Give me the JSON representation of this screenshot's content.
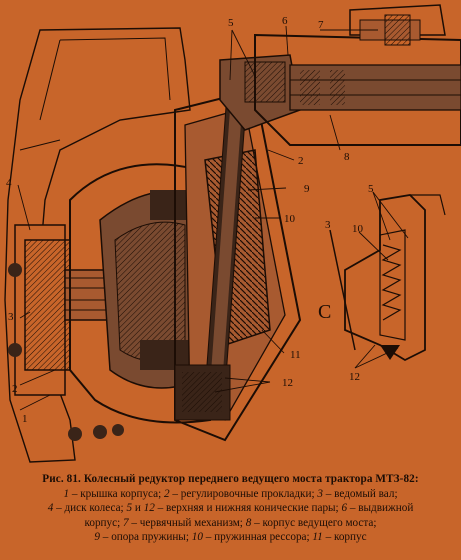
{
  "figure": {
    "callouts": [
      "1",
      "2",
      "3",
      "4",
      "5",
      "6",
      "7",
      "8",
      "9",
      "10",
      "11",
      "12"
    ],
    "inset_callouts": [
      "3",
      "5",
      "10",
      "12"
    ],
    "inset_letter": "C"
  },
  "caption": {
    "title": "Рис. 81. Колесный редуктор переднего ведущего моста трактора МТЗ-82:",
    "items": [
      {
        "num": "1",
        "text": " – крышка корпуса; "
      },
      {
        "num": "2",
        "text": " – регулировочные прокладки; "
      },
      {
        "num": "3",
        "text": " – ведомый вал;"
      },
      {
        "num": "4",
        "text": " – диск колеса; "
      },
      {
        "num": "5",
        "text": " и "
      },
      {
        "num": "12",
        "text": " – верхняя и нижняя конические пары; "
      },
      {
        "num": "6",
        "text": " – выдвижной корпус; "
      },
      {
        "num": "7",
        "text": " – червячный механизм; "
      },
      {
        "num": "8",
        "text": " – корпус ведущего моста;"
      },
      {
        "num": "9",
        "text": " – опора пружины; "
      },
      {
        "num": "10",
        "text": " – пружинная рессора; "
      },
      {
        "num": "11",
        "text": " – корпус"
      }
    ]
  },
  "colors": {
    "background": "#c8652a",
    "ink": "#1c0d05",
    "metal_dark": "#3a2418",
    "metal_mid": "#7a4a30",
    "metal_light": "#a85a30"
  }
}
